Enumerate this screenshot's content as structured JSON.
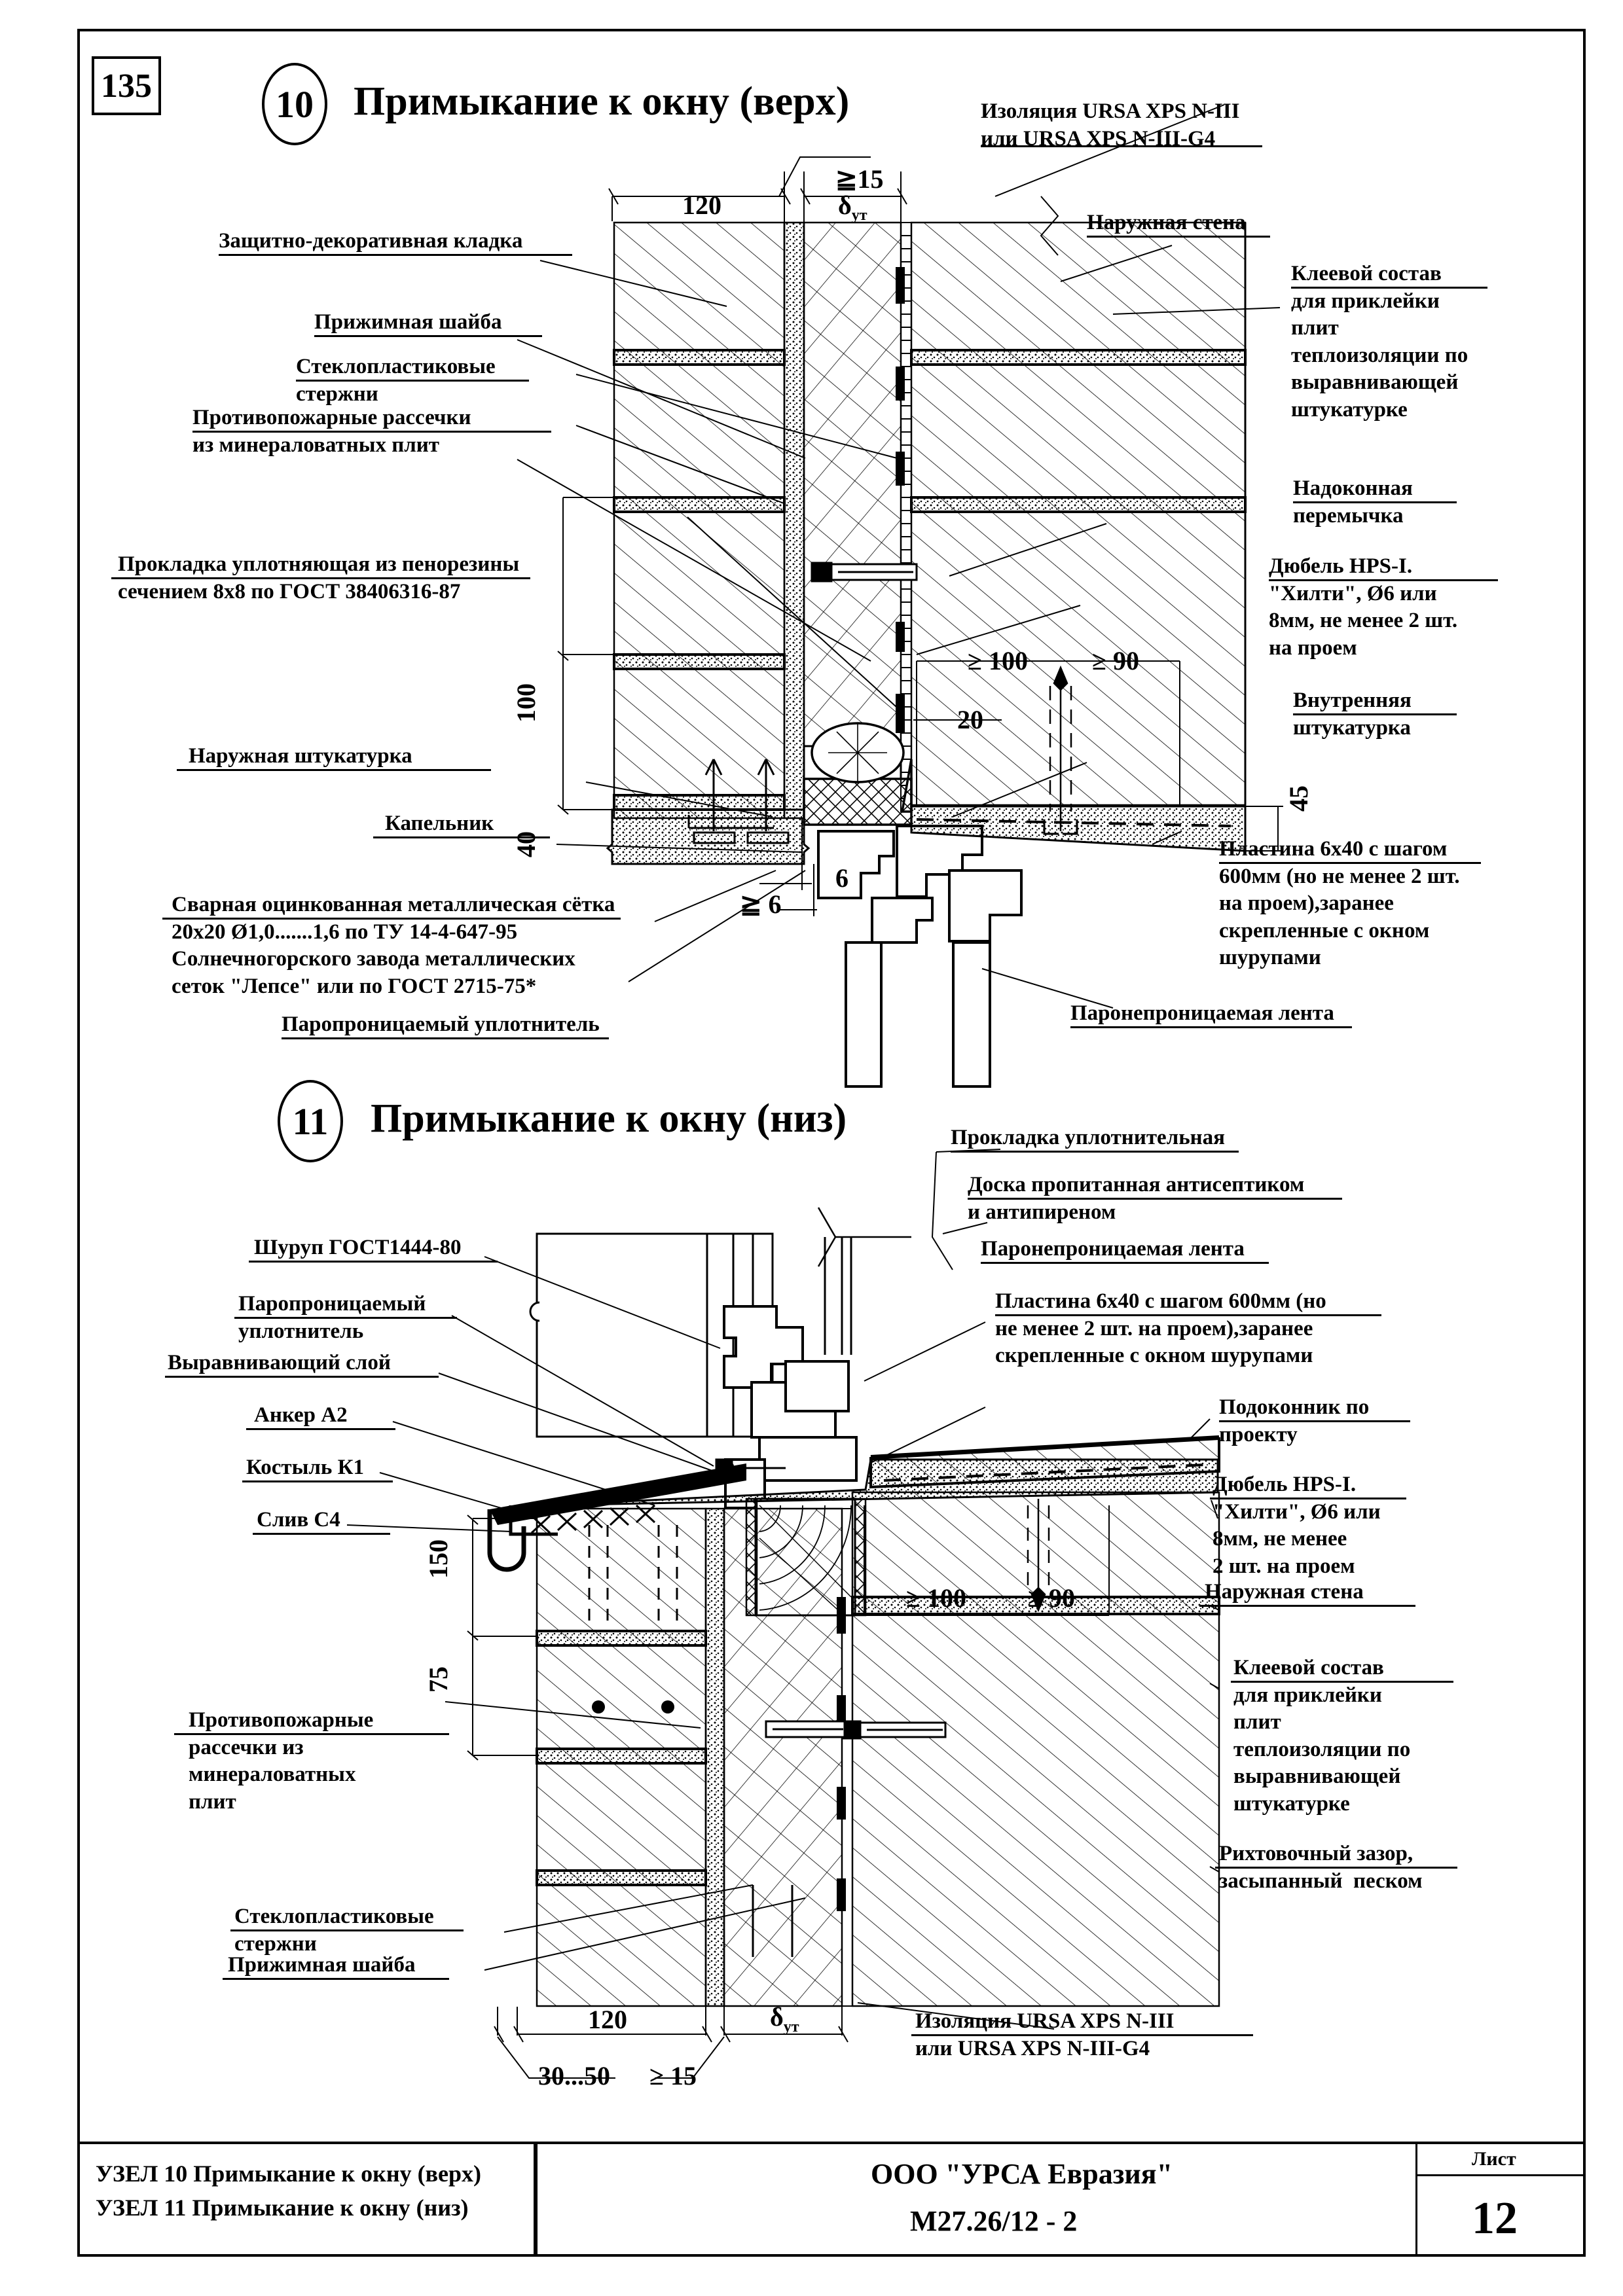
{
  "sheet": {
    "corner_number": "135",
    "page_label": "Лист",
    "page_number": "12"
  },
  "title_block": {
    "left_line1": "УЗЕЛ 10 Примыкание к окну (верх)",
    "left_line2": "УЗЕЛ 11 Примыкание к окну (низ)",
    "center_line1": "ООО \"УРСА Евразия\"",
    "center_line2": "М27.26/12 - 2"
  },
  "detail10": {
    "number": "10",
    "title": "Примыкание к окну (верх)",
    "labels": {
      "insulation": "Изоляция URSA XPS N-III\nили URSA XPS N-III-G4",
      "outer_wall": "Наружная стена",
      "glue": "Клеевой состав\nдля приклейки\nплит\nтеплоизоляции по\nвыравнивающей\nштукатурке",
      "lintel": "Надоконная\nперемычка",
      "dowel": "Дюбель HPS-I.\n\"Хилти\", Ø6 или\n8мм, не менее 2 шт.\nна проем",
      "inner_plaster": "Внутренняя\nштукатурка",
      "plate": "Пластина 6х40 с шагом\n600мм (но не менее 2 шт.\nна проем),заранее\nскрепленные с окном\nшурупами",
      "vapour_tight_tape": "Паронепроницаемая лента",
      "decor_masonry": "Защитно-декоративная кладка",
      "washer": "Прижимная шайба",
      "rods": "Стеклопластиковые\nстержни",
      "firebreaks": "Противопожарные рассечки\nиз минераловатных плит",
      "gasket": "Прокладка уплотняющая из пенорезины\nсечением 8х8 по ГОСТ 38406316-87",
      "outer_plaster": "Наружная штукатурка",
      "drip": "Капельник",
      "mesh": "Сварная оцинкованная металлическая сётка\n20х20 Ø1,0.......1,6 по ТУ 14-4-647-95\nСолнечногорского завода металлических\nсеток \"Лепсе\" или по ГОСТ 2715-75*",
      "vapour_perm_seal": "Паропроницаемый уплотнитель"
    },
    "dimensions": {
      "d120": "120",
      "d15": "≧15",
      "dut": "δ",
      "dut_sub": "ут",
      "d100_left": "100",
      "d40_left": "40",
      "d100_right": "≥ 100",
      "d90_right": "≥ 90",
      "d20": "20",
      "d45": "45",
      "d6_top": "6",
      "d6_bottom": "≧ 6"
    }
  },
  "detail11": {
    "number": "11",
    "title": "Примыкание к окну (низ)",
    "labels": {
      "seal_gasket": "Прокладка уплотнительная",
      "board": "Доска пропитанная антисептиком\nи антипиреном",
      "vapour_tight_tape": "Паронепроницаемая лента",
      "plate": "Пластина 6х40 с шагом 600мм (но\nне менее 2 шт. на проем),заранее\nскрепленные с окном шурупами",
      "screw": "Шуруп ГОСТ1444-80",
      "vapour_perm_seal": "Паропроницаемый\nуплотнитель",
      "level_layer": "Выравнивающий слой",
      "anchor": "Анкер А2",
      "bracket": "Костыль К1",
      "drain": "Слив С4",
      "window_sill": "Подоконник по\nпроекту",
      "dowel": "Дюбель HPS-I.\n\"Хилти\", Ø6 или\n8мм, не менее\n2 шт. на проем",
      "outer_wall": "Наружная стена",
      "glue": "Клеевой состав\nдля приклейки\nплит\nтеплоизоляции по\nвыравнивающей\nштукатурке",
      "gap_sand": "Рихтовочный зазор,\nзасыпанный  песком",
      "firebreaks": "Противопожарные\nрассечки из\nминераловатных\nплит",
      "rods": "Стеклопластиковые\nстержни",
      "washer": "Прижимная шайба",
      "insulation": "Изоляция URSA XPS N-III\nили URSA XPS N-III-G4"
    },
    "dimensions": {
      "d150": "150",
      "d75": "75",
      "d100_right": "≥ 100",
      "d90_right": "≥ 90",
      "d120": "120",
      "dut": "δ",
      "dut_sub": "ут",
      "d3050": "30...50",
      "d15": "≥ 15"
    }
  }
}
